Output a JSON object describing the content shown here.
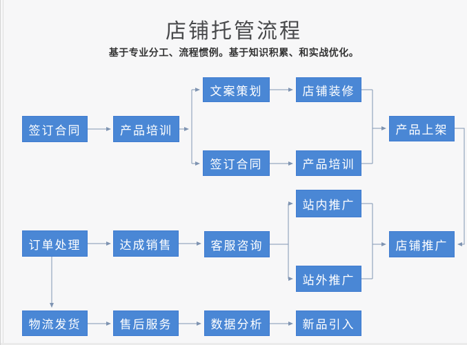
{
  "header": {
    "title": "店铺托管流程",
    "subtitle": "基于专业分工、流程惯例。基于知识积累、和实战优化。"
  },
  "colors": {
    "node_fill": "#4a87d5",
    "node_border": "#3f7bd0",
    "node_text": "#ffffff",
    "connector": "#7f94b2",
    "title_text": "#48494b",
    "subtitle_text": "#333333",
    "background": "#f7f7f8"
  },
  "diagram": {
    "type": "flowchart",
    "nodes": [
      {
        "id": "sign-contract-1",
        "label": "签订合同"
      },
      {
        "id": "product-training-1",
        "label": "产品培训"
      },
      {
        "id": "copywriting-planning",
        "label": "文案策划"
      },
      {
        "id": "store-decoration",
        "label": "店铺装修"
      },
      {
        "id": "sign-contract-2",
        "label": "签订合同"
      },
      {
        "id": "product-training-2",
        "label": "产品培训"
      },
      {
        "id": "product-listing",
        "label": "产品上架"
      },
      {
        "id": "order-processing",
        "label": "订单处理"
      },
      {
        "id": "sales-achievement",
        "label": "达成销售"
      },
      {
        "id": "customer-service",
        "label": "客服咨询"
      },
      {
        "id": "onsite-promotion",
        "label": "站内推广"
      },
      {
        "id": "offsite-promotion",
        "label": "站外推广"
      },
      {
        "id": "store-promotion",
        "label": "店铺推广"
      },
      {
        "id": "logistics-shipping",
        "label": "物流发货"
      },
      {
        "id": "aftersales-service",
        "label": "售后服务"
      },
      {
        "id": "data-analysis",
        "label": "数据分析"
      },
      {
        "id": "new-product-introduction",
        "label": "新品引入"
      }
    ],
    "edges": [
      {
        "from": "sign-contract-1",
        "to": "product-training-1"
      },
      {
        "from": "product-training-1",
        "to": "copywriting-planning"
      },
      {
        "from": "product-training-1",
        "to": "sign-contract-2"
      },
      {
        "from": "copywriting-planning",
        "to": "store-decoration"
      },
      {
        "from": "sign-contract-2",
        "to": "product-training-2"
      },
      {
        "from": "store-decoration",
        "to": "product-listing"
      },
      {
        "from": "product-training-2",
        "to": "product-listing"
      },
      {
        "from": "product-listing",
        "to": "store-promotion"
      },
      {
        "from": "order-processing",
        "to": "sales-achievement"
      },
      {
        "from": "order-processing",
        "to": "logistics-shipping"
      },
      {
        "from": "sales-achievement",
        "to": "customer-service"
      },
      {
        "from": "customer-service",
        "to": "onsite-promotion"
      },
      {
        "from": "customer-service",
        "to": "offsite-promotion"
      },
      {
        "from": "onsite-promotion",
        "to": "store-promotion"
      },
      {
        "from": "offsite-promotion",
        "to": "store-promotion"
      },
      {
        "from": "logistics-shipping",
        "to": "aftersales-service"
      },
      {
        "from": "aftersales-service",
        "to": "data-analysis"
      },
      {
        "from": "data-analysis",
        "to": "new-product-introduction"
      }
    ]
  }
}
